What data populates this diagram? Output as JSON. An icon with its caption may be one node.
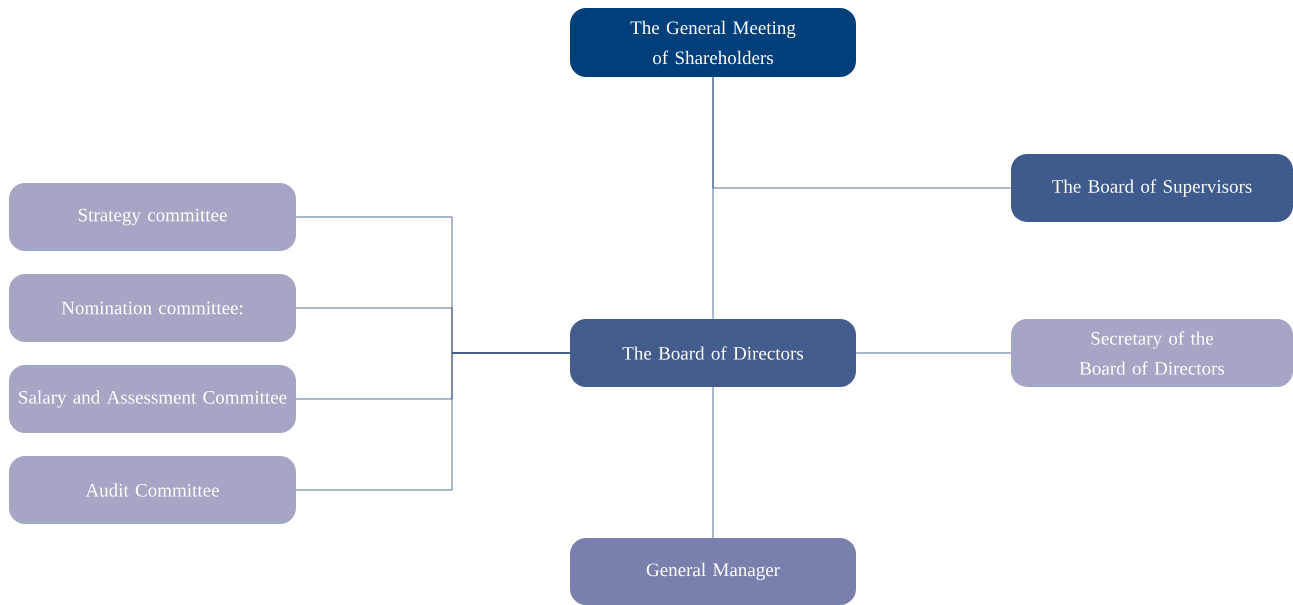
{
  "diagram": {
    "nodes": [
      {
        "text": [
          "The General Meeting of Shareholders"
        ]
      },
      {
        "text": [
          "The Board of Supervisors"
        ]
      },
      {
        "text": [
          "The Board of Directors"
        ]
      },
      {
        "text": [
          "Secretary of the Board of Directors"
        ]
      },
      {
        "text": [
          "Strategy committee"
        ]
      },
      {
        "text": [
          "Nomination committee:"
        ]
      },
      {
        "text": [
          "Salary and Assessment Committee"
        ]
      },
      {
        "text": [
          "Audit Committee"
        ]
      },
      {
        "text": [
          "General Manager"
        ]
      }
    ],
    "edges": [
      {
        "from": 0,
        "to": 2,
        "arrow": "none"
      },
      {
        "from": 0,
        "to": 1,
        "arrow": "none"
      },
      {
        "from": 2,
        "to": 3,
        "arrow": "none"
      },
      {
        "from": 2,
        "to": 4,
        "arrow": "none"
      },
      {
        "from": 2,
        "to": 5,
        "arrow": "none"
      },
      {
        "from": 2,
        "to": 6,
        "arrow": "none"
      },
      {
        "from": 2,
        "to": 7,
        "arrow": "none"
      },
      {
        "from": 2,
        "to": 8,
        "arrow": "none"
      }
    ]
  }
}
